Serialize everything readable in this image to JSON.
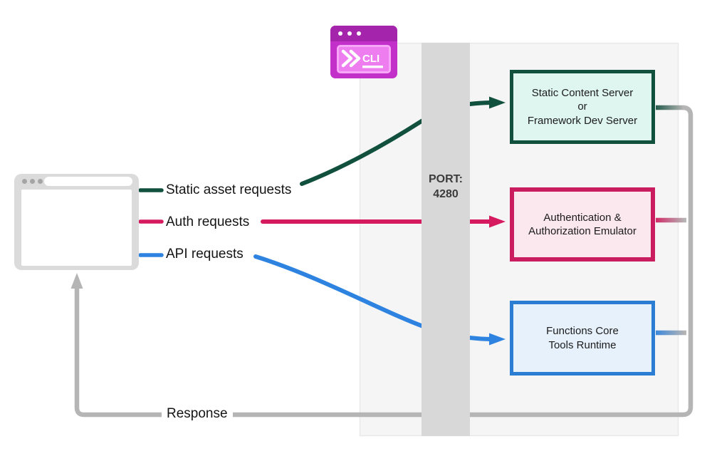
{
  "labels": {
    "static_asset_requests": "Static asset requests",
    "auth_requests": "Auth requests",
    "api_requests": "API requests",
    "response": "Response"
  },
  "port_box": {
    "title": "PORT:",
    "number": "4280"
  },
  "cli_badge": {
    "text": "CLI"
  },
  "nodes": {
    "static_server": {
      "line1": "Static Content Server",
      "line2": "or",
      "line3": "Framework Dev Server"
    },
    "auth_emulator": {
      "line1": "Authentication &",
      "line2": "Authorization Emulator"
    },
    "functions_runtime": {
      "line1": "Functions Core",
      "line2": "Tools Runtime"
    }
  },
  "colors": {
    "static_flow_green": "#12503e",
    "auth_flow_pink": "#d61a5f",
    "api_flow_blue": "#2e83e0",
    "response_gray": "#b5b5b5",
    "panel_bg": "#f5f5f5",
    "port_bar_bg": "#d8d8d8",
    "cli_magenta": "#c32fc9",
    "cli_titlebar_magenta": "#a424ab",
    "cli_screen_pink": "#ee7ef0",
    "static_node_bg": "#dff6f0",
    "auth_node_bg": "#fbe7ee",
    "functions_node_bg": "#e7f1fb"
  }
}
